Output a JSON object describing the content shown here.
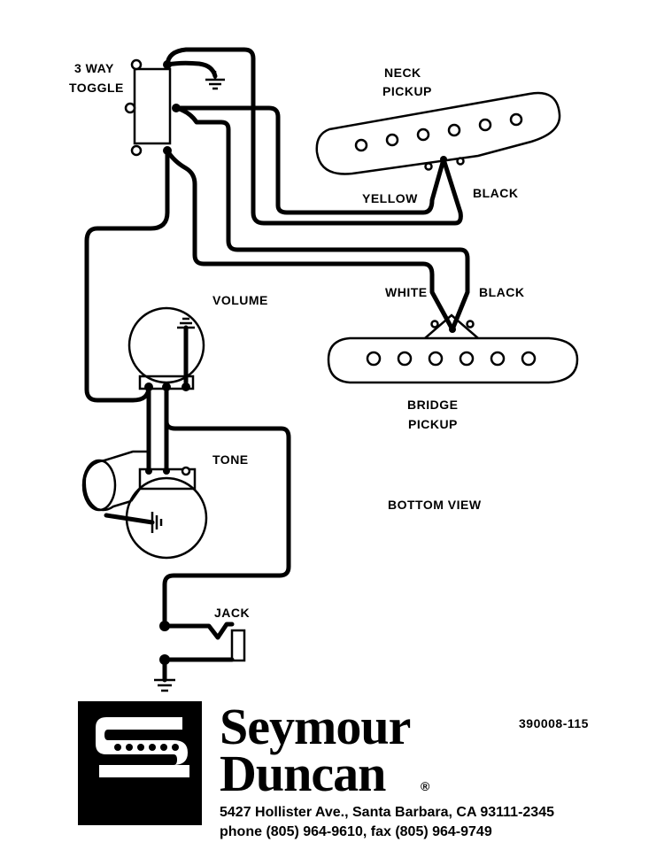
{
  "labels": {
    "toggle_line1": "3 WAY",
    "toggle_line2": "TOGGLE",
    "neck_line1": "NECK",
    "neck_line2": "PICKUP",
    "yellow": "YELLOW",
    "black_neck": "BLACK",
    "white": "WHITE",
    "black_bridge": "BLACK",
    "volume": "VOLUME",
    "bridge_line1": "BRIDGE",
    "bridge_line2": "PICKUP",
    "tone": "TONE",
    "bottom_view": "BOTTOM VIEW",
    "jack": "JACK",
    "part_number": "390008-115"
  },
  "footer": {
    "brand_line1": "Seymour",
    "brand_line2": "Duncan",
    "registered": "®",
    "address": "5427 Hollister Ave., Santa Barbara, CA 93111-2345",
    "phone": "phone (805) 964-9610, fax (805) 964-9749"
  },
  "icons": {
    "logo": "seymour-duncan-s-logo",
    "ground": "ground-symbol-icon"
  }
}
